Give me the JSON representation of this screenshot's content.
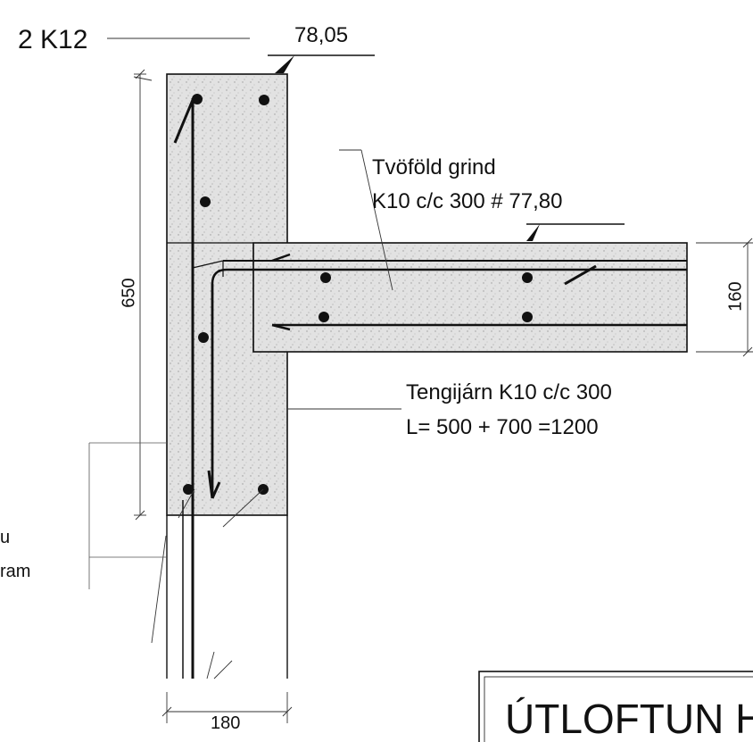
{
  "rebar_top_label": "2 K12",
  "elevation_top": "78,05",
  "mesh_label_line1": "Tvöföld grind",
  "mesh_label_line2": "K10 c/c 300 # 77,80",
  "anchor_label_line1": "Tengijárn K10 c/c 300",
  "anchor_label_line2": "L= 500 + 700 =1200",
  "dim_height": "650",
  "dim_slab": "160",
  "dim_width": "180",
  "left_fragment_1": "u",
  "left_fragment_2": "ram",
  "title_block_text": "ÚTLOFTUN H",
  "colors": {
    "ink": "#111111",
    "concrete": "#e4e4e4"
  }
}
